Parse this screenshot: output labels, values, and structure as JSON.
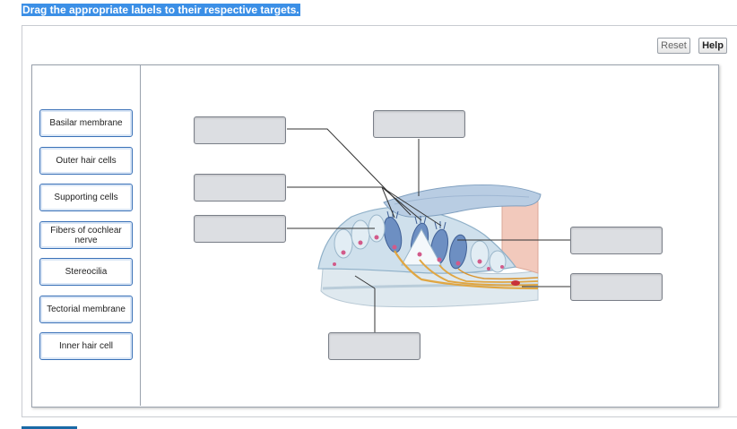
{
  "instruction": "Drag the appropriate labels to their respective targets.",
  "toolbar": {
    "reset_label": "Reset",
    "help_label": "Help"
  },
  "labels": [
    "Basilar membrane",
    "Outer hair cells",
    "Supporting cells",
    "Fibers of cochlear nerve",
    "Stereocilia",
    "Tectorial membrane",
    "Inner hair cell"
  ],
  "targets": [
    {
      "value": ""
    },
    {
      "value": ""
    },
    {
      "value": ""
    },
    {
      "value": ""
    },
    {
      "value": ""
    },
    {
      "value": ""
    },
    {
      "value": ""
    }
  ],
  "colors": {
    "instruction_bg": "#3b8fe6",
    "chip_border": "#3b72b8",
    "target_fill": "#dcdee2",
    "tectorial_membrane": "#b9cde3",
    "hair_cell": "#6d8fc2",
    "nerve_fiber": "#e0a642",
    "cell_nucleus": "#d25a8a",
    "tissue_pink": "#f2c9bc"
  }
}
